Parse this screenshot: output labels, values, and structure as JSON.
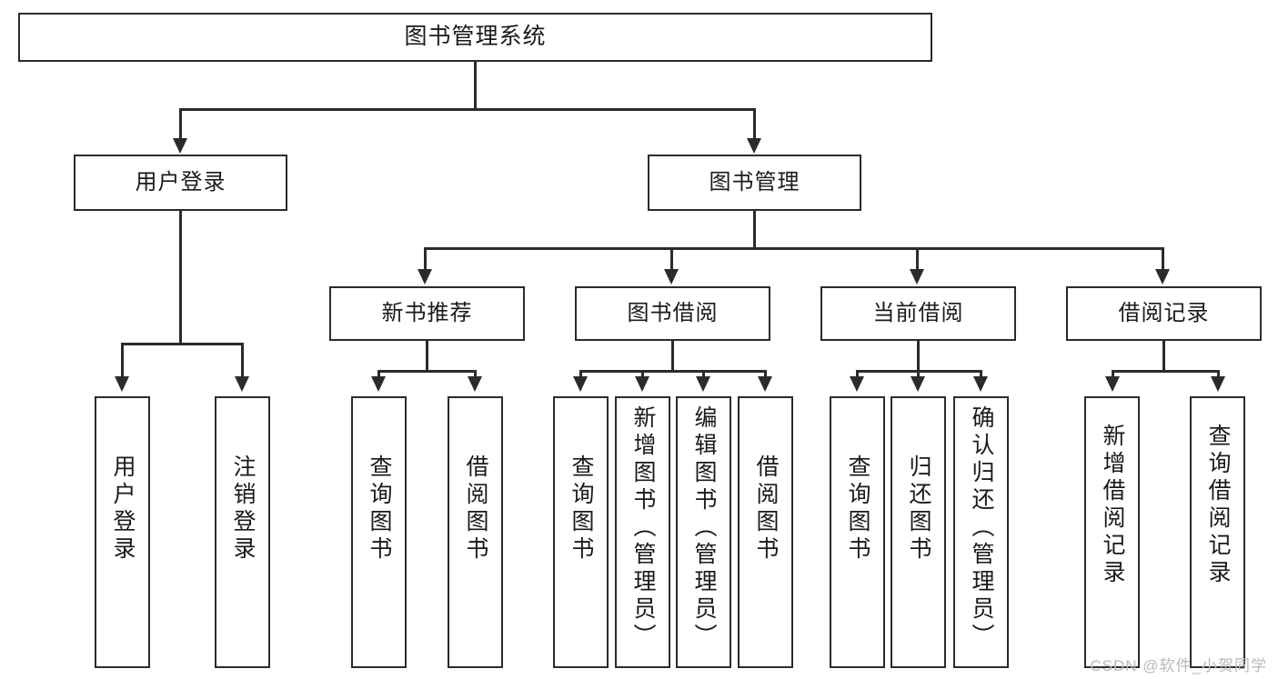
{
  "diagram": {
    "title": "图书管理系统",
    "type": "tree",
    "root": {
      "id": "root",
      "label": "图书管理系统"
    },
    "level2": [
      {
        "id": "user-login",
        "label": "用户登录"
      },
      {
        "id": "book-manage",
        "label": "图书管理"
      }
    ],
    "level3": [
      {
        "id": "new-book-recommend",
        "label": "新书推荐",
        "parent": "book-manage"
      },
      {
        "id": "book-borrow",
        "label": "图书借阅",
        "parent": "book-manage"
      },
      {
        "id": "current-borrow",
        "label": "当前借阅",
        "parent": "book-manage"
      },
      {
        "id": "borrow-record",
        "label": "借阅记录",
        "parent": "book-manage"
      }
    ],
    "leaves": [
      {
        "id": "leaf-user-login",
        "label": "用户登录",
        "parent": "user-login"
      },
      {
        "id": "leaf-logout",
        "label": "注销登录",
        "parent": "user-login"
      },
      {
        "id": "leaf-query-book-1",
        "label": "查询图书",
        "parent": "new-book-recommend"
      },
      {
        "id": "leaf-borrow-book-1",
        "label": "借阅图书",
        "parent": "new-book-recommend"
      },
      {
        "id": "leaf-query-book-2",
        "label": "查询图书",
        "parent": "book-borrow"
      },
      {
        "id": "leaf-add-book",
        "label": "新增图书（管理员）",
        "parent": "book-borrow"
      },
      {
        "id": "leaf-edit-book",
        "label": "编辑图书（管理员）",
        "parent": "book-borrow"
      },
      {
        "id": "leaf-borrow-book-2",
        "label": "借阅图书",
        "parent": "book-borrow"
      },
      {
        "id": "leaf-query-book-3",
        "label": "查询图书",
        "parent": "current-borrow"
      },
      {
        "id": "leaf-return-book",
        "label": "归还图书",
        "parent": "current-borrow"
      },
      {
        "id": "leaf-confirm-return",
        "label": "确认归还（管理员）",
        "parent": "current-borrow"
      },
      {
        "id": "leaf-add-record",
        "label": "新增借阅记录",
        "parent": "borrow-record"
      },
      {
        "id": "leaf-query-record",
        "label": "查询借阅记录",
        "parent": "borrow-record"
      }
    ],
    "watermark": "CSDN @软件_小贺同学",
    "colors": {
      "stroke": "#2b2b2b",
      "fill": "#ffffff",
      "text": "#1a1a1a",
      "watermark": "#b9b9b9"
    }
  }
}
